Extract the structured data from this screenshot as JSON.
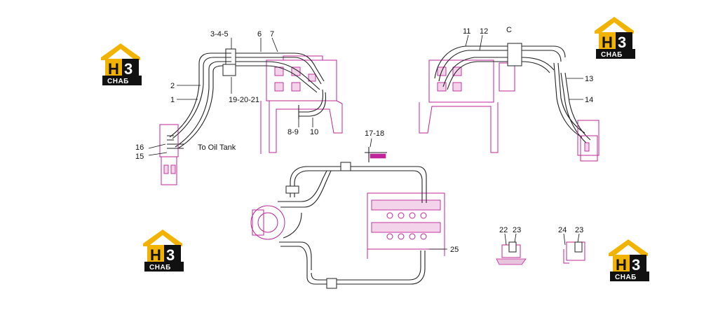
{
  "logo": {
    "brand_text": "СНАБ",
    "mark_h": "H",
    "mark_3": "3",
    "roof_color": "#f2b300"
  },
  "colors": {
    "pipe": "#222222",
    "frame": "#c0249b",
    "frame_fill": "#f3d3ea"
  },
  "labels": {
    "l_3_4_5": "3-4-5",
    "l_6": "6",
    "l_7": "7",
    "l_2": "2",
    "l_1": "1",
    "l_19_20_21": "19-20-21",
    "l_8_9": "8-9",
    "l_10": "10",
    "l_16": "16",
    "l_15": "15",
    "to_oil_tank": "To Oil Tank",
    "l_11": "11",
    "l_12": "12",
    "l_c": "C",
    "l_13": "13",
    "l_14": "14",
    "l_17_18": "17-18",
    "l_25": "25",
    "l_22": "22",
    "l_23a": "23",
    "l_24": "24",
    "l_23b": "23"
  }
}
